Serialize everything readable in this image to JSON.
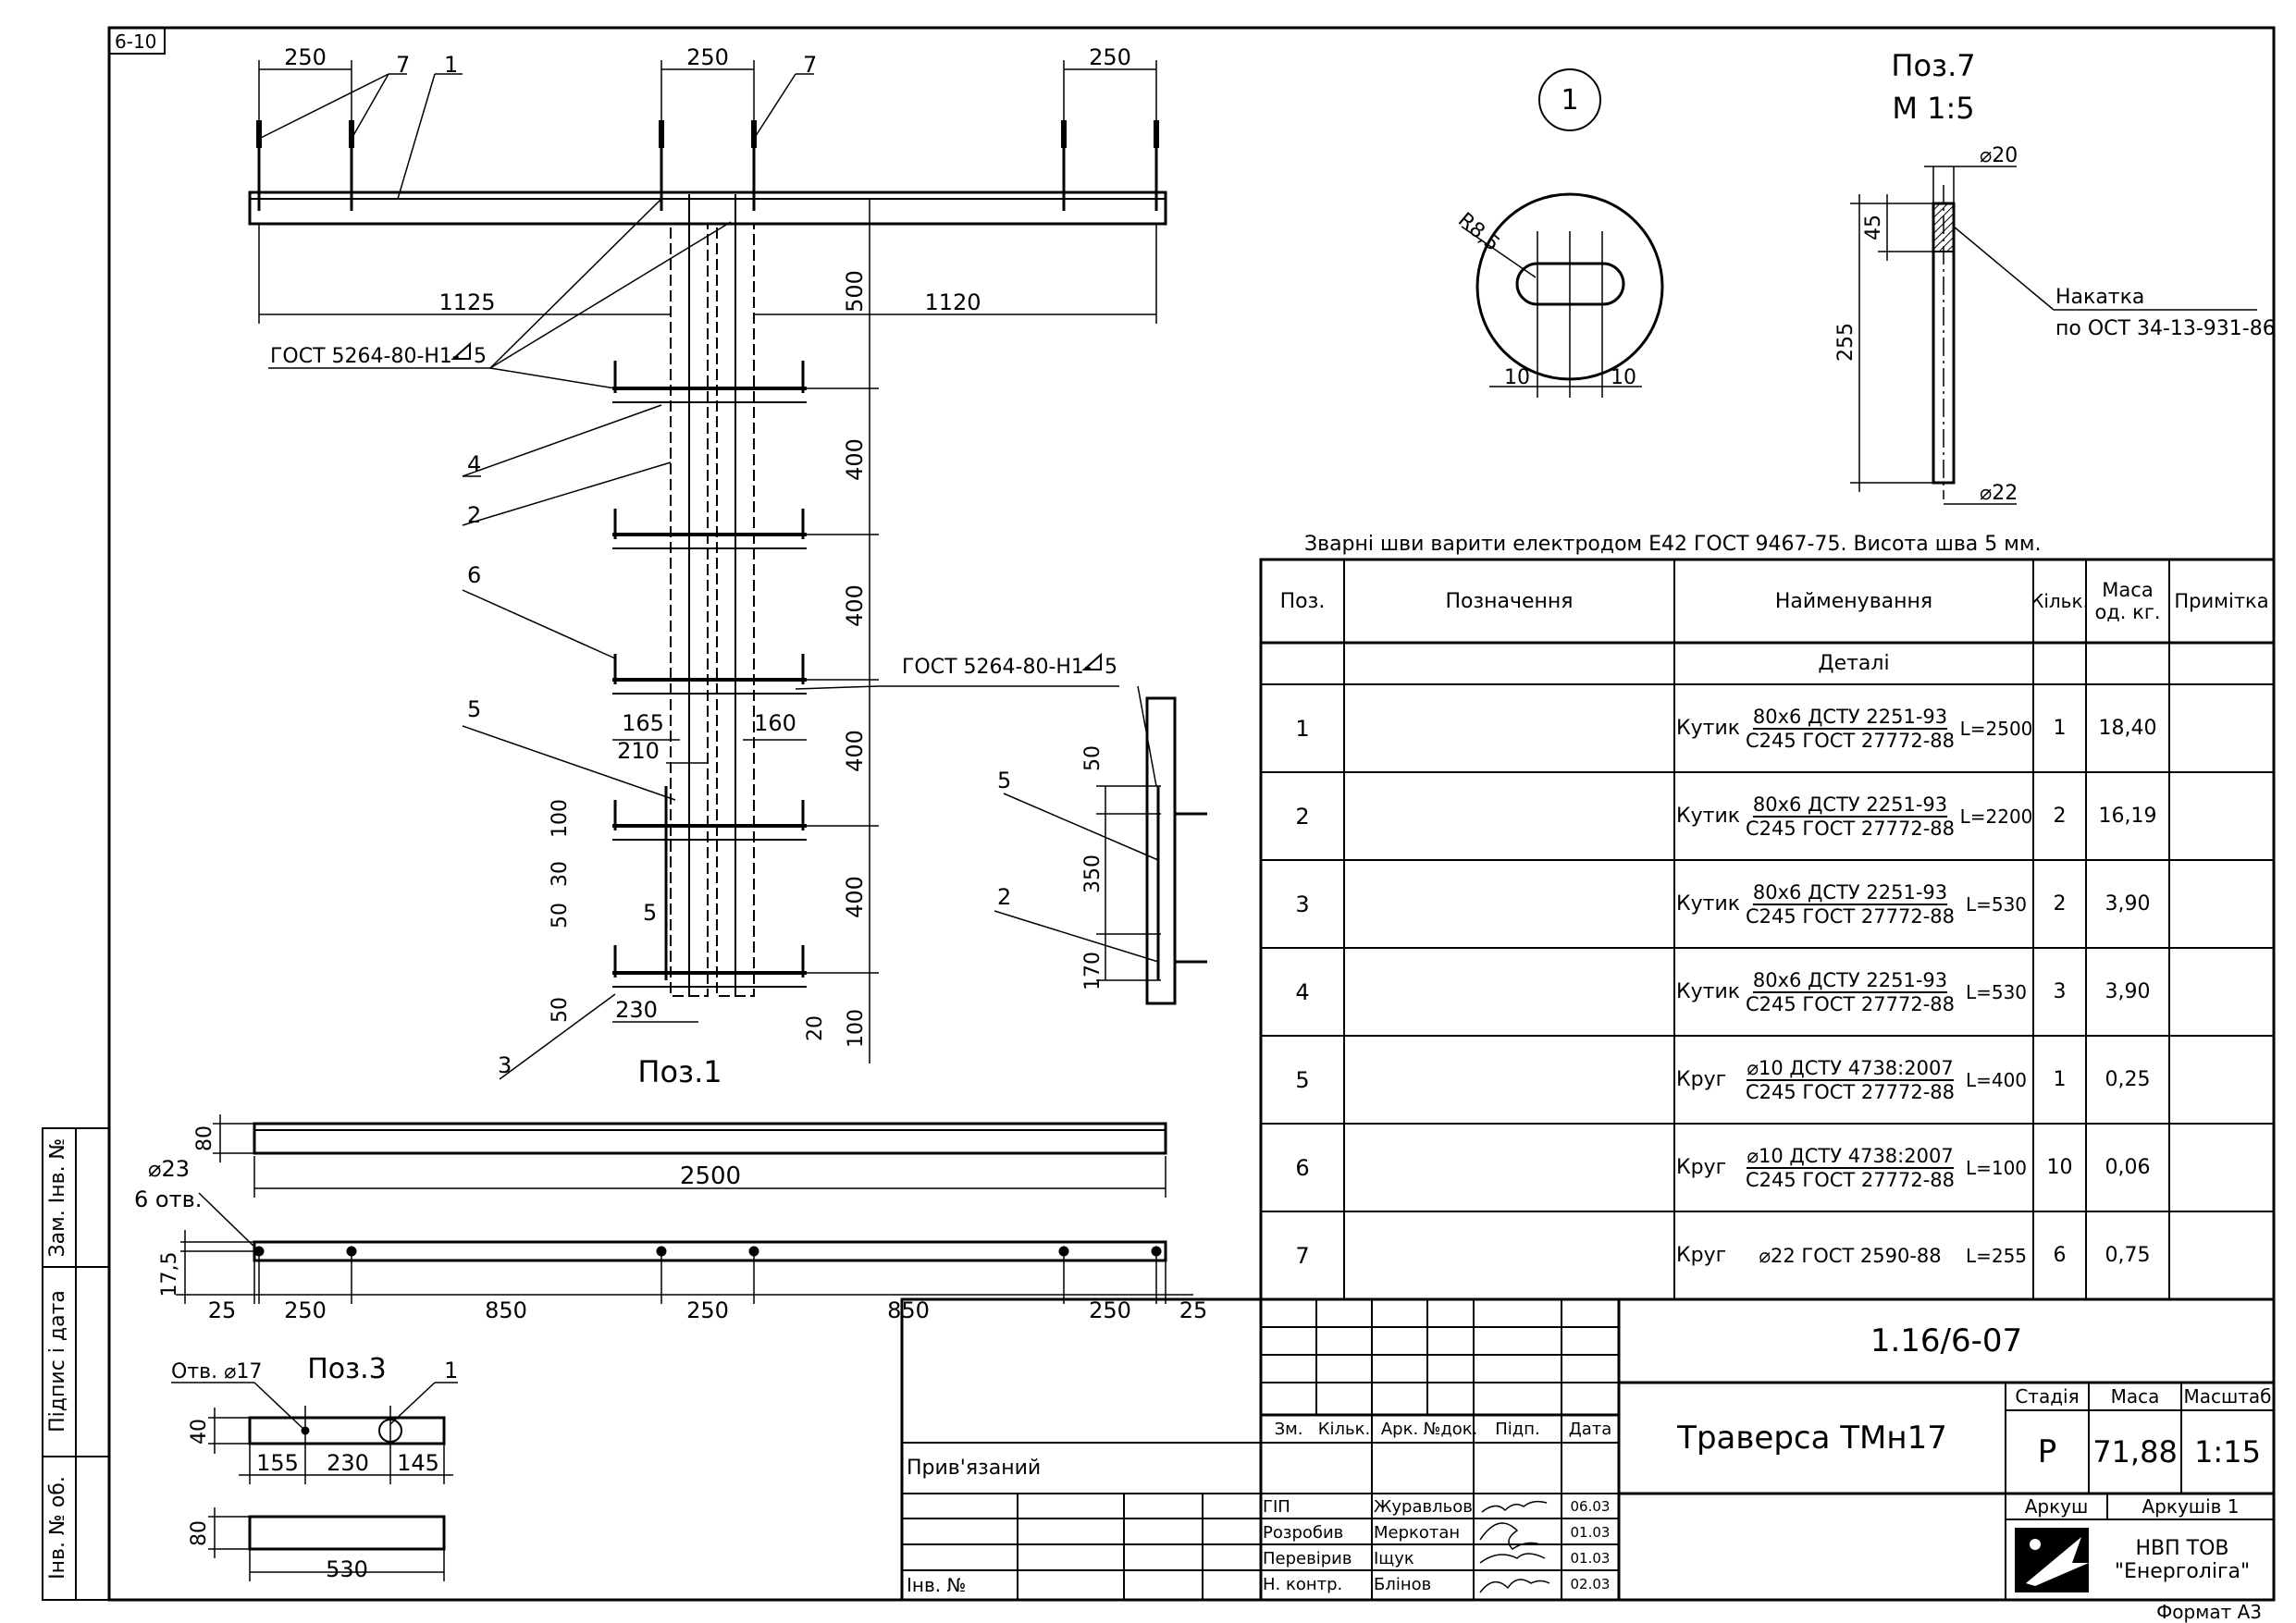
{
  "sheet_tag": "6-10",
  "format": "Формат А3",
  "side_stamp": {
    "inv_replace": "Зам. Інв. №",
    "sign_date": "Підпис і дата",
    "inv_orig": "Інв. № об."
  },
  "pos1": {
    "title": "Поз.1",
    "dims_top": [
      "250",
      "250",
      "250"
    ],
    "leader_labels": [
      "7",
      "1",
      "7",
      "4",
      "2",
      "6",
      "5",
      "5",
      "3"
    ],
    "dim_1125": "1125",
    "dim_1120": "1120",
    "dim_500": "500",
    "dim_400a": "400",
    "dim_400b": "400",
    "dim_400c": "400",
    "dim_400d": "400",
    "dim_165": "165",
    "dim_160": "160",
    "dim_210": "210",
    "dim_100a": "100",
    "dim_30": "30",
    "dim_50a": "50",
    "dim_50b": "50",
    "dim_230": "230",
    "dim_20": "20",
    "dim_100b": "100",
    "weld_note_1": "ГОСТ 5264-80-Н1-",
    "weld_size_1": "5",
    "weld_note_2": "ГОСТ 5264-80-Н1-",
    "weld_size_2": "5"
  },
  "side_view": {
    "label_5": "5",
    "label_2": "2",
    "dim_50": "50",
    "dim_350": "350",
    "dim_170": "170"
  },
  "beam": {
    "dim_80": "80",
    "dim_2500": "2500",
    "hole_d": "⌀23",
    "hole_count": "6 отв.",
    "dim_17_5": "17,5",
    "chain": [
      "25",
      "250",
      "850",
      "250",
      "850",
      "250",
      "25"
    ]
  },
  "pos3": {
    "title": "Поз.3",
    "hole": "Отв. ⌀17",
    "label_1": "1",
    "dim_40": "40",
    "dims": [
      "155",
      "230",
      "145"
    ],
    "dim_80": "80",
    "dim_530": "530"
  },
  "detail1": {
    "marker": "1",
    "radius": "R8,5",
    "dim_left": "10",
    "dim_right": "10"
  },
  "pos7": {
    "title": "Поз.7",
    "scale": "М 1:5",
    "d20": "⌀20",
    "d22": "⌀22",
    "dim_45": "45",
    "dim_255": "255",
    "knurl_1": "Накатка",
    "knurl_2": "по ОСТ 34-13-931-86"
  },
  "weld_general": "Зварні шви варити електродом Е42 ГОСТ 9467-75. Висота шва 5 мм.",
  "spec": {
    "headers": {
      "pos": "Поз.",
      "designation": "Позначення",
      "name": "Найменування",
      "qty": "Кільк.",
      "mass_1": "Маса",
      "mass_2": "од. кг.",
      "note": "Примітка"
    },
    "section": "Деталі",
    "rows": [
      {
        "pos": "1",
        "kind": "Кутик",
        "top": "80х6 ДСТУ 2251-93",
        "bottom": "С245 ГОСТ 27772-88",
        "len": "L=2500",
        "qty": "1",
        "mass": "18,40"
      },
      {
        "pos": "2",
        "kind": "Кутик",
        "top": "80х6 ДСТУ 2251-93",
        "bottom": "С245 ГОСТ 27772-88",
        "len": "L=2200",
        "qty": "2",
        "mass": "16,19"
      },
      {
        "pos": "3",
        "kind": "Кутик",
        "top": "80х6 ДСТУ 2251-93",
        "bottom": "С245 ГОСТ 27772-88",
        "len": "L=530",
        "qty": "2",
        "mass": "3,90"
      },
      {
        "pos": "4",
        "kind": "Кутик",
        "top": "80х6 ДСТУ 2251-93",
        "bottom": "С245 ГОСТ 27772-88",
        "len": "L=530",
        "qty": "3",
        "mass": "3,90"
      },
      {
        "pos": "5",
        "kind": "Круг",
        "top": "⌀10 ДСТУ 4738:2007",
        "bottom": "С245 ГОСТ 27772-88",
        "len": "L=400",
        "qty": "1",
        "mass": "0,25"
      },
      {
        "pos": "6",
        "kind": "Круг",
        "top": "⌀10 ДСТУ 4738:2007",
        "bottom": "С245 ГОСТ 27772-88",
        "len": "L=100",
        "qty": "10",
        "mass": "0,06"
      },
      {
        "pos": "7",
        "kind": "Круг",
        "top": "⌀22 ГОСТ 2590-88",
        "bottom": "",
        "len": "L=255",
        "qty": "6",
        "mass": "0,75"
      }
    ]
  },
  "titleblock": {
    "doc_code": "1.16/6-07",
    "title": "Траверса ТМн17",
    "stage_h": "Стадія",
    "mass_h": "Маса",
    "scale_h": "Масштаб",
    "stage": "Р",
    "mass": "71,88",
    "scale": "1:15",
    "sheet_h": "Аркуш",
    "sheets_h": "Аркушів 1",
    "company_1": "НВП ТОВ",
    "company_2": "\"Енерголіга\"",
    "col_headers": [
      "Зм.",
      "Кільк.",
      "Арк.",
      "№док.",
      "Підп.",
      "Дата"
    ],
    "people": [
      {
        "role": "ГІП",
        "name": "Журавльов",
        "date": "06.03"
      },
      {
        "role": "Розробив",
        "name": "Меркотан",
        "date": "01.03"
      },
      {
        "role": "Перевірив",
        "name": "Іщук",
        "date": "01.03"
      },
      {
        "role": "Н. контр.",
        "name": "Блінов",
        "date": "02.03"
      }
    ],
    "linked": "Прив'язаний",
    "inv_no": "Інв. №"
  }
}
